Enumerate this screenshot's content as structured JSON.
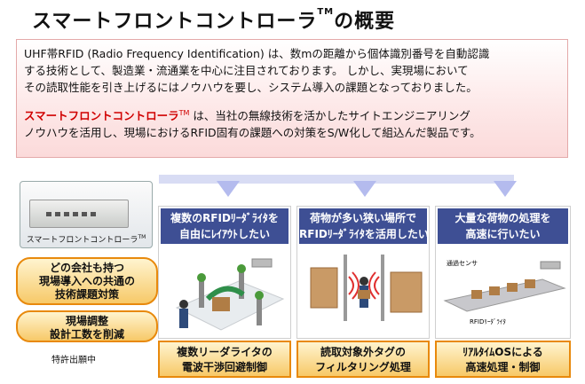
{
  "title": "スマートフロントコントローラ",
  "title_tm": "TM",
  "title_suffix": "の概要",
  "intro": {
    "line1": "UHF帯RFID (Radio Frequency Identification) は、数mの距離から個体識別番号を自動認識",
    "line2": "する技術として、製造業・流通業を中心に注目されております。 しかし、実現場において",
    "line3": "その読取性能を引き上げるにはノウハウを要し、システム導入の課題となっておりました。",
    "line4_red": "スマートフロントコントローラ",
    "line4_tm": "TM",
    "line4_rest": " は、当社の無線技術を活かしたサイトエンジニアリング",
    "line5": "ノウハウを活用し、現場におけるRFID固有の課題への対策をS/W化して組込んだ製品です。"
  },
  "device": {
    "label": "スマートフロントコントローラ",
    "label_tm": "TM"
  },
  "benefits": {
    "b1_line1": "どの会社も持つ",
    "b1_line2": "現場導入への共通の",
    "b1_line3": "技術課題対策",
    "b2_line1": "現場調整",
    "b2_line2": "設計工数を削減"
  },
  "patent": "特許出願中",
  "panels": [
    {
      "head1": "複数のRFIDﾘｰﾀﾞﾗｲﾀを",
      "head2": "自由にﾚｲｱｳﾄしたい",
      "foot1": "複数リーダライタの",
      "foot2": "電波干渉回避制御"
    },
    {
      "head1": "荷物が多い狭い場所で",
      "head2": "RFIDﾘｰﾀﾞﾗｲﾀを活用したい",
      "foot1": "読取対象外タグの",
      "foot2": "フィルタリング処理"
    },
    {
      "head1": "大量な荷物の処理を",
      "head2": "高速に行いたい",
      "foot1": "ﾘｱﾙﾀｲﾑOSによる",
      "foot2": "高速処理・制御"
    }
  ],
  "panel3_labels": {
    "sensor": "通過センサ",
    "reader": "RFIDﾘｰﾀﾞﾗｲﾀ"
  },
  "colors": {
    "accent_red": "#d00000",
    "panel_header": "#3e4f94",
    "orange_border": "#e8890c"
  }
}
